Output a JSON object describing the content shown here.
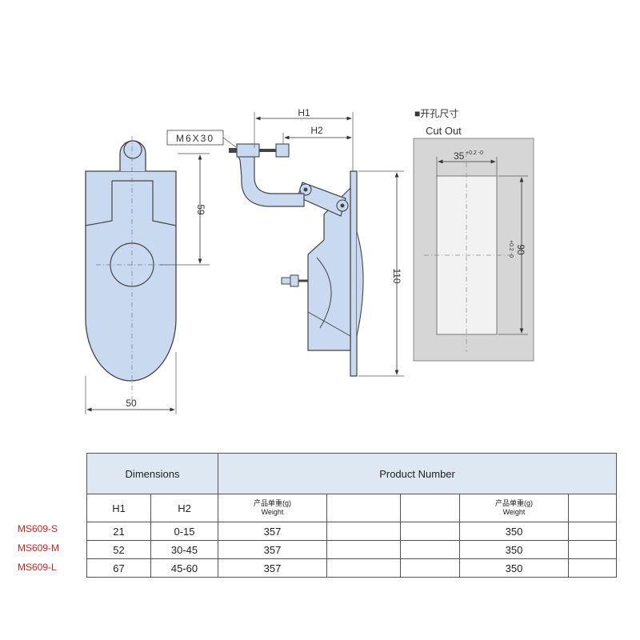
{
  "drawing": {
    "front_view": {
      "dim_height": "59",
      "dim_width": "50"
    },
    "side_view": {
      "bolt_label": "M6X30",
      "dim_h1": "H1",
      "dim_h2": "H2",
      "dim_total_height": "110"
    },
    "cutout": {
      "title_cn": "■开孔尺寸",
      "title_en": "Cut Out",
      "width_value": "35",
      "width_tol": "+0.2 -0",
      "height_value": "90",
      "height_tol": "+0.2 -0"
    }
  },
  "table": {
    "dimensions_header": "Dimensions",
    "product_number_header": "Product Number",
    "col_h1": "H1",
    "col_h2": "H2",
    "weight_label_cn": "产品单重(g)",
    "weight_label_en": "Weight",
    "rows": [
      {
        "model": "MS609-S",
        "h1": "21",
        "h2": "0-15",
        "weight_a": "357",
        "weight_b": "350"
      },
      {
        "model": "MS609-M",
        "h1": "52",
        "h2": "30-45",
        "weight_a": "357",
        "weight_b": "350"
      },
      {
        "model": "MS609-L",
        "h1": "67",
        "h2": "45-60",
        "weight_a": "357",
        "weight_b": "350"
      }
    ]
  },
  "colors": {
    "part_fill": "#c9daf0",
    "outline": "#444444",
    "model_label": "#e0201c",
    "header_fill": "#dde8f3",
    "cutout_bg": "#d6d6d6"
  }
}
